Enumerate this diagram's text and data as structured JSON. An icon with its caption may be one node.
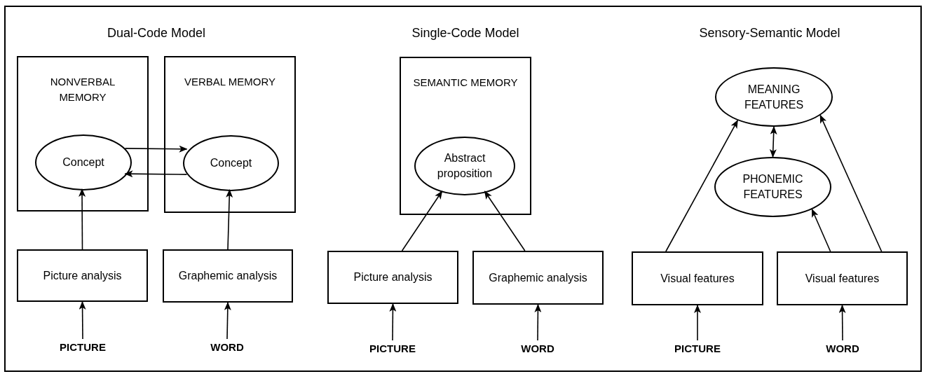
{
  "diagram": {
    "nodes": [
      {
        "text": [
          "NONVERBAL MEMORY"
        ]
      },
      {
        "text": [
          "Concept"
        ],
        "in": 0
      },
      {
        "text": [
          "VERBAL MEMORY"
        ]
      },
      {
        "text": [
          "Concept"
        ],
        "in": 2
      },
      {
        "text": [
          "Picture analysis"
        ]
      },
      {
        "text": [
          "Graphemic analysis"
        ]
      },
      {
        "text": [
          "PICTURE"
        ]
      },
      {
        "text": [
          "WORD"
        ]
      },
      {
        "text": [
          "SEMANTIC MEMORY"
        ]
      },
      {
        "text": [
          "Abstract proposition"
        ],
        "in": 8
      },
      {
        "text": [
          "Picture analysis"
        ]
      },
      {
        "text": [
          "Graphemic analysis"
        ]
      },
      {
        "text": [
          "PICTURE"
        ]
      },
      {
        "text": [
          "WORD"
        ]
      },
      {
        "text": [
          "MEANING FEATURES"
        ]
      },
      {
        "text": [
          "PHONEMIC FEATURES"
        ]
      },
      {
        "text": [
          "Visual features"
        ]
      },
      {
        "text": [
          "Visual features"
        ]
      },
      {
        "text": [
          "PICTURE"
        ]
      },
      {
        "text": [
          "WORD"
        ]
      }
    ],
    "edges": [
      {
        "from": 1,
        "to": 3,
        "arrow": "to"
      },
      {
        "from": 3,
        "to": 1,
        "arrow": "to"
      },
      {
        "from": 4,
        "to": 1,
        "arrow": "to"
      },
      {
        "from": 5,
        "to": 3,
        "arrow": "to"
      },
      {
        "from": 6,
        "to": 4,
        "arrow": "to"
      },
      {
        "from": 7,
        "to": 5,
        "arrow": "to"
      },
      {
        "from": 10,
        "to": 9,
        "arrow": "to"
      },
      {
        "from": 11,
        "to": 9,
        "arrow": "to"
      },
      {
        "from": 12,
        "to": 10,
        "arrow": "to"
      },
      {
        "from": 13,
        "to": 11,
        "arrow": "to"
      },
      {
        "from": 14,
        "to": 15,
        "arrow": "both"
      },
      {
        "from": 16,
        "to": 14,
        "arrow": "to"
      },
      {
        "from": 17,
        "to": 14,
        "arrow": "to"
      },
      {
        "from": 17,
        "to": 15,
        "arrow": "to"
      },
      {
        "from": 18,
        "to": 16,
        "arrow": "to"
      },
      {
        "from": 19,
        "to": 17,
        "arrow": "to"
      }
    ],
    "labels": [
      "Dual-Code Model",
      "Single-Code Model",
      "Sensory-Semantic Model"
    ]
  }
}
